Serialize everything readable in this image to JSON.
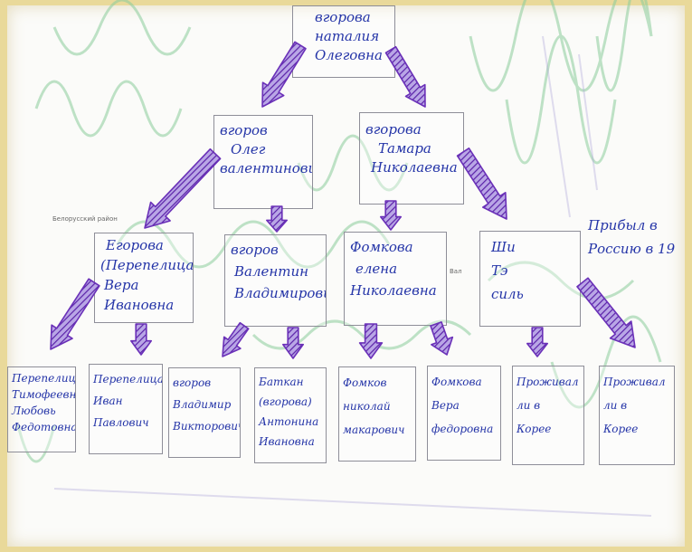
{
  "tree": {
    "root": {
      "lines": [
        "вгорова",
        "наталия",
        "Олеговна"
      ]
    },
    "gen2": [
      {
        "id": "oleg",
        "lines": [
          "вгоров",
          "Олег",
          "валентинович"
        ]
      },
      {
        "id": "tamara",
        "lines": [
          "вгорова",
          "Тамара",
          "Николаевна"
        ]
      }
    ],
    "gen3": [
      {
        "id": "vera",
        "lines": [
          "Егорова",
          "(Перепелица)",
          "Вера",
          "Ивановна"
        ]
      },
      {
        "id": "valentin",
        "lines": [
          "вгоров",
          "Валентин",
          "Владимирович"
        ]
      },
      {
        "id": "elena",
        "lines": [
          "Фомкова",
          "елена",
          "Николаевна"
        ]
      },
      {
        "id": "shiteseel",
        "lines": [
          "Ши",
          "Тэ",
          "силь"
        ]
      }
    ],
    "gen4": [
      {
        "id": "timofeevna",
        "lines": [
          "Перепелица",
          "Тимофеевна",
          "Любовь",
          "Федотовна"
        ]
      },
      {
        "id": "ivan",
        "lines": [
          "Перепелица",
          "Иван",
          "Павлович"
        ]
      },
      {
        "id": "vladimir",
        "lines": [
          "вгоров",
          "Владимир",
          "Викторович"
        ]
      },
      {
        "id": "batkan",
        "lines": [
          "Баткан",
          "(вгорова)",
          "Антонина",
          "Ивановна"
        ]
      },
      {
        "id": "nikolai",
        "lines": [
          "Фомков",
          "николай",
          "макарович"
        ]
      },
      {
        "id": "vera2",
        "lines": [
          "Фомкова",
          "Вера",
          "федоровна"
        ]
      },
      {
        "id": "korea1",
        "lines": [
          "Проживал",
          "ли в",
          "Корее"
        ]
      },
      {
        "id": "korea2",
        "lines": [
          "Проживал",
          "ли в",
          "Корее"
        ]
      }
    ],
    "notes": {
      "arrived": [
        "Прибыл в",
        "Россию в 19"
      ],
      "pencil_left": "Белорусский район",
      "pencil_mid": "Вал"
    }
  },
  "colors": {
    "ink": "#2535a8",
    "arrow": "#6a30b8",
    "border": "#8e8e98",
    "scribble": "#8ccd9c",
    "frame": "#e9d99a"
  }
}
